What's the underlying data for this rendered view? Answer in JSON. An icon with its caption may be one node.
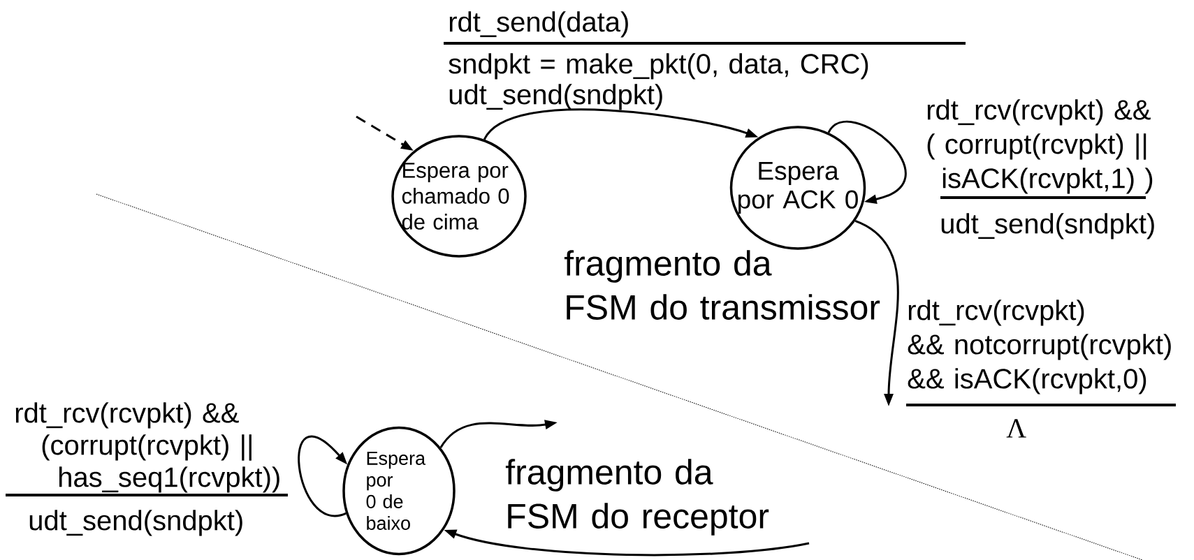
{
  "diagram": {
    "nodes": [
      {
        "text": [
          "Espera por chamado 0 de cima"
        ]
      },
      {
        "text": [
          "Espera por ACK 0"
        ]
      },
      {
        "text": [
          "Espera por 0 de baixo"
        ]
      }
    ],
    "edges": [
      {
        "from": null,
        "to": 0,
        "arrow": "to",
        "style": "dashed"
      },
      {
        "from": 0,
        "to": 1,
        "arrow": "to",
        "label": "rdt_send(data)"
      },
      {
        "from": 1,
        "to": 1,
        "arrow": "to",
        "label": "rdt_rcv(rcvpkt) && ( corrupt(rcvpkt) || isACK(rcvpkt,1) )"
      },
      {
        "from": 1,
        "to": null,
        "arrow": "to",
        "label": "rdt_rcv(rcvpkt) && notcorrupt(rcvpkt) && isACK(rcvpkt,0)"
      },
      {
        "from": 2,
        "to": null,
        "arrow": "to"
      },
      {
        "from": null,
        "to": 2,
        "arrow": "to"
      },
      {
        "from": 2,
        "to": 2,
        "arrow": "to",
        "label": "rdt_rcv(rcvpkt) && (corrupt(rcvpkt) || has_seq1(rcvpkt))"
      }
    ],
    "labels": [
      "sndpkt = make_pkt(0, data, CRC) udt_send(sndpkt)",
      "udt_send(sndpkt)",
      "Λ",
      "fragmento da FSM do transmissor",
      "fragmento da FSM do receptor",
      "udt_send(sndpkt)"
    ]
  }
}
